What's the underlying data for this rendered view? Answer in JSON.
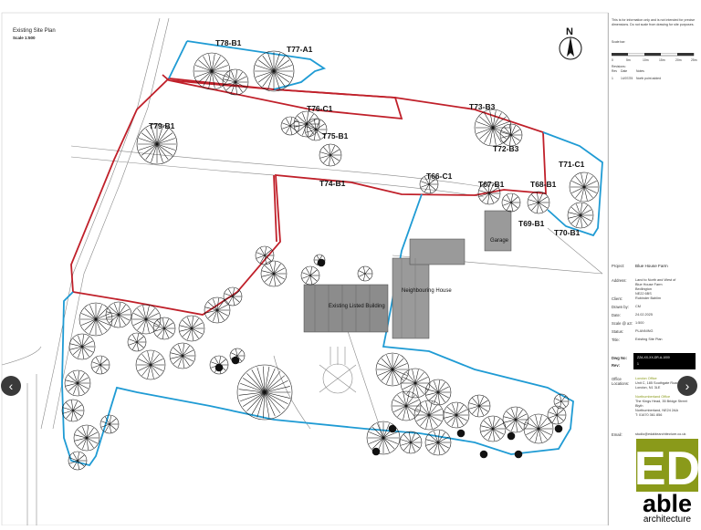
{
  "plan": {
    "title": "Existing Site Plan",
    "scale": "Scale 1:500",
    "north": "N"
  },
  "trees": [
    {
      "id": "T78-B1"
    },
    {
      "id": "T77-A1"
    },
    {
      "id": "T76-C1"
    },
    {
      "id": "T75-B1"
    },
    {
      "id": "T79-B1"
    },
    {
      "id": "T74-B1"
    },
    {
      "id": "T73-B3"
    },
    {
      "id": "T72-B3"
    },
    {
      "id": "T66-C1"
    },
    {
      "id": "T67-B1"
    },
    {
      "id": "T68-B1"
    },
    {
      "id": "T71-C1"
    },
    {
      "id": "T69-B1"
    },
    {
      "id": "T70-B1"
    }
  ],
  "buildings": {
    "listed": "Existing Listed Building",
    "neighbour": "Neighbouring House",
    "garage": "Garage"
  },
  "panel": {
    "disclaimer": "This is for information only and is not intended for precise dimensions. Do not scale from drawing for site purposes.",
    "scale_bar_label": "Scale bar:",
    "scale_ticks": [
      "0",
      "5m",
      "10m",
      "15m",
      "20m",
      "25m"
    ],
    "revisions_label": "Revisions:",
    "revision_cols": [
      "Rev",
      "Date",
      "Notes"
    ],
    "revision_row": [
      "1",
      "14/07/25",
      "North point added"
    ],
    "project_label": "Project:",
    "project": "Blue House Farm",
    "address_label": "Address:",
    "address": [
      "Land to North and West of",
      "Blue House Farm",
      "Bedlington",
      "NE22 6BS"
    ],
    "client_label": "Client:",
    "client": "Rubinder Bahlim",
    "drawn_label": "Drawn by:",
    "drawn": "CM",
    "date_label": "Date:",
    "date": "24.02.2025",
    "scale_label": "Scale @ a3:",
    "scale": "1:500",
    "status_label": "Status:",
    "status": "PLANNING",
    "title_label": "Title:",
    "title": "Existing Site Plan",
    "dwg_label": "Dwg No:",
    "rev_label": "Rev:",
    "dwg_no": "ZZA-XX-XX-DR-A-1000",
    "rev": "1",
    "office_label": "Office",
    "locations_label": "Locations:",
    "london_title": "London Office",
    "london": [
      "Unit C, 185 Southgate Road,",
      "London, N1 3LE"
    ],
    "north_title": "Northumberland Office",
    "north": [
      "The Kings Head, 35 Bridge Street",
      "Blyth",
      "Northumberland, NE24 2AA",
      "T: 01670 361 856"
    ],
    "email_label": "Email:",
    "email": "studio@edablearchitecture.co.uk"
  },
  "logo": {
    "letters": "ED",
    "word": "able",
    "sub": "architecture",
    "colors": {
      "olive": "#8a9a1a",
      "green": "#6b7d0f"
    }
  },
  "nav": {
    "prev": "‹",
    "next": "›"
  },
  "colors": {
    "red_boundary": "#c0202a",
    "blue_boundary": "#1f9bd4",
    "building": "#8c8c8c"
  }
}
